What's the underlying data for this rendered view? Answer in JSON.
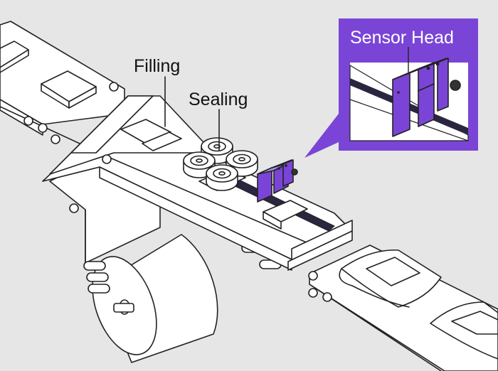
{
  "labels": {
    "filling": "Filling",
    "sealing": "Sealing",
    "sensor_head": "Sensor Head"
  },
  "colors": {
    "background": "#e6e6e6",
    "machine_fill": "#ffffff",
    "outline": "#222222",
    "sensor_purple": "#7a45d6",
    "sensor_light": "#a98ce8",
    "inset_panel": "#7a45d6",
    "film_band": "#2a2640"
  },
  "icons": [
    "film-roll-icon",
    "sealing-roller-icon",
    "sensor-head-icon"
  ]
}
